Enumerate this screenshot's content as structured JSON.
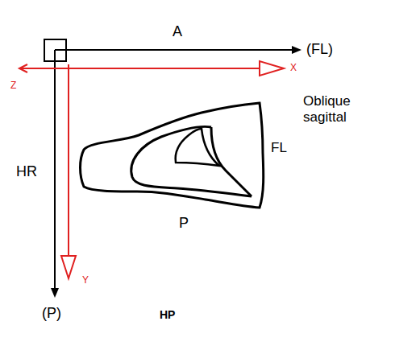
{
  "diagram": {
    "labels": [
      "A",
      "(FL)",
      "Z",
      "X",
      "Oblique sagittal",
      "FL",
      "HR",
      "P",
      "Y",
      "(P)",
      "HP"
    ]
  }
}
